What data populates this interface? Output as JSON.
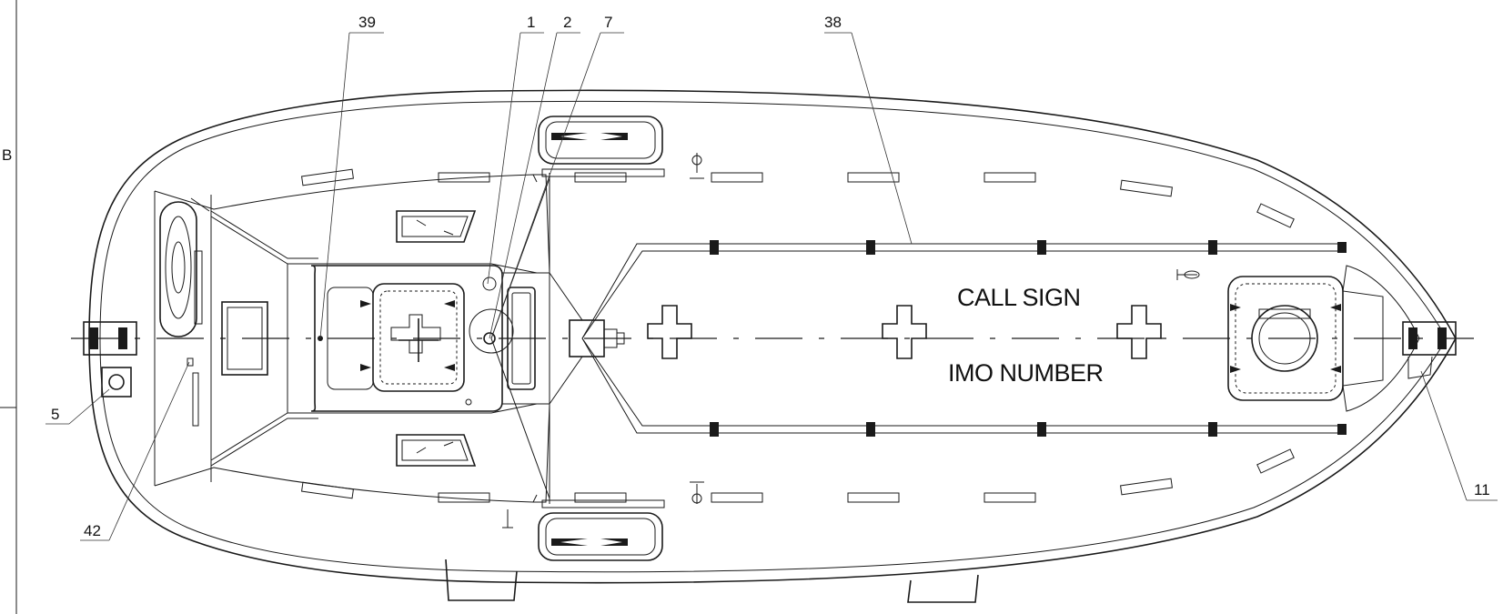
{
  "border_letter": "B",
  "hull_markings": {
    "call_sign": "CALL SIGN",
    "imo_number": "IMO NUMBER"
  },
  "callouts": [
    {
      "id": "39",
      "text": "39"
    },
    {
      "id": "1",
      "text": "1"
    },
    {
      "id": "2",
      "text": "2"
    },
    {
      "id": "7",
      "text": "7"
    },
    {
      "id": "38",
      "text": "38"
    },
    {
      "id": "5",
      "text": "5"
    },
    {
      "id": "42",
      "text": "42"
    },
    {
      "id": "11",
      "text": "11"
    }
  ]
}
